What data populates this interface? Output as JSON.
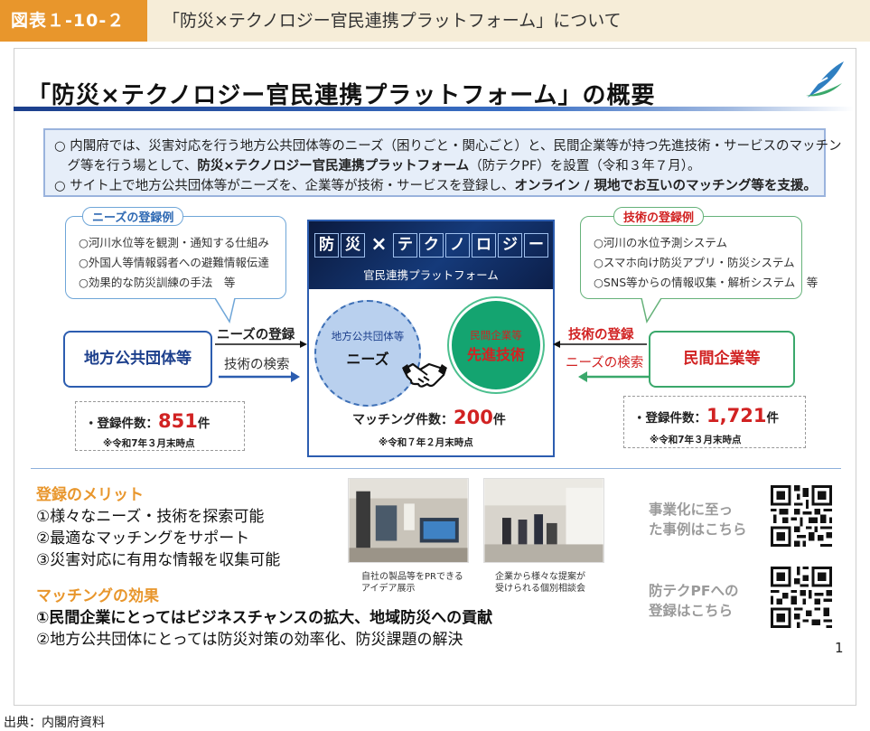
{
  "header": {
    "figure_label": "図表１-10-２",
    "figure_title": "「防災×テクノロジー官民連携プラットフォーム」について"
  },
  "slide": {
    "title": "「防災×テクノロジー官民連携プラットフォーム」の概要",
    "summary": {
      "line1": "○ 内閣府では、災害対応を行う地方公共団体等のニーズ（困りごと・関心ごと）と、民間企業等が持つ先進技術・サービスのマッチン",
      "line2_pre": "　グ等を行う場として、",
      "line2_bold": "防災×テクノロジー官民連携プラットフォーム",
      "line2_post": "（防テクPF）を設置（令和３年７月）。",
      "line3_pre": "○ サイト上で地方公共団体等がニーズを、企業等が技術・サービスを登録し、",
      "line3_bold": "オンライン / 現地でお互いのマッチング等を支援。"
    },
    "needs_examples": {
      "title": "ニーズの登録例",
      "items": [
        "○河川水位等を観測・通知する仕組み",
        "○外国人等情報弱者への避難情報伝達",
        "○効果的な防災訓練の手法　等"
      ]
    },
    "tech_examples": {
      "title": "技術の登録例",
      "items": [
        "○河川の水位予測システム",
        "○スマホ向け防災アプリ・防災システム",
        "○SNS等からの情報収集・解析システム　等"
      ]
    },
    "platform": {
      "banner_chars": [
        "防",
        "災",
        "×",
        "テ",
        "ク",
        "ノ",
        "ロ",
        "ジ",
        "ー"
      ],
      "subtitle": "官民連携プラットフォーム",
      "needs_small": "地方公共団体等",
      "needs_big": "ニーズ",
      "tech_small": "民間企業等",
      "tech_big": "先進技術",
      "matching_label": "マッチング件数：",
      "matching_count": "200",
      "matching_unit": "件",
      "matching_note": "※令和７年２月末時点"
    },
    "local_gov": {
      "label": "地方公共団体等",
      "arrow_register": "ニーズの登録",
      "arrow_search": "技術の検索",
      "count_label": "・登録件数：",
      "count": "851",
      "count_unit": "件",
      "note": "※令和7年３月末時点"
    },
    "private": {
      "label": "民間企業等",
      "arrow_register": "技術の登録",
      "arrow_search": "ニーズの検索",
      "count_label": "・登録件数：",
      "count": "1,721",
      "count_unit": "件",
      "note": "※令和7年３月末時点"
    },
    "merits": {
      "title": "登録のメリット",
      "items": [
        "①様々なニーズ・技術を探索可能",
        "②最適なマッチングをサポート",
        "③災害対応に有用な情報を収集可能"
      ]
    },
    "effects": {
      "title": "マッチングの効果",
      "items": [
        "①民間企業にとってはビジネスチャンスの拡大、地域防災への貢献",
        "②地方公共団体にとっては防災対策の効率化、防災課題の解決"
      ]
    },
    "photos": {
      "caption1_line1": "自社の製品等をPRできる",
      "caption1_line2": "アイデア展示",
      "caption2_line1": "企業から様々な提案が",
      "caption2_line2": "受けられる個別相談会"
    },
    "qr": {
      "label1_line1": "事業化に至っ",
      "label1_line2": "た事例はこちら",
      "label2_line1": "防テクPFへの",
      "label2_line2": "登録はこちら"
    },
    "page_number": "1"
  },
  "source": "出典：内閣府資料",
  "colors": {
    "accent_orange": "#e8962c",
    "navy": "#1c3f8c",
    "red": "#d12222",
    "green": "#14a470"
  }
}
